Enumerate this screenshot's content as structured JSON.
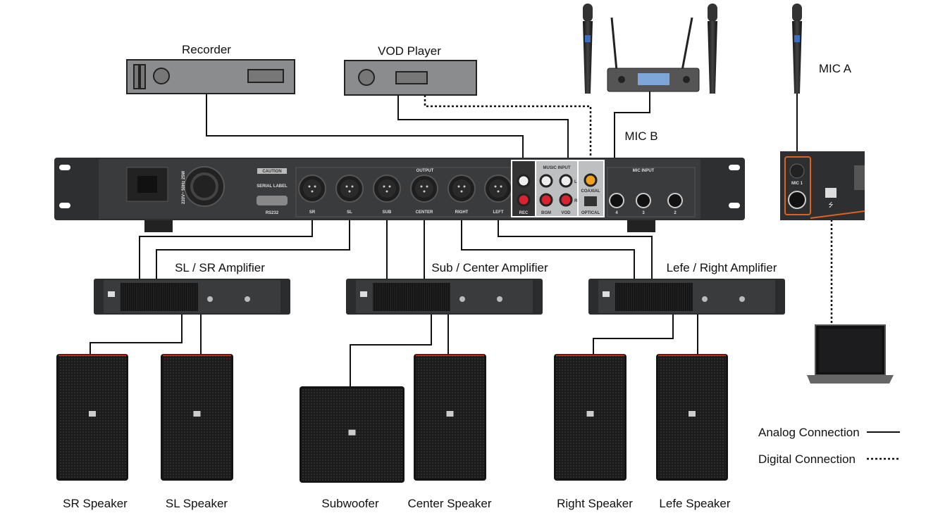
{
  "devices": {
    "recorder": "Recorder",
    "vod_player": "VOD Player",
    "mic_a": "MIC A",
    "mic_b": "MIC B"
  },
  "panel": {
    "caution": "CAUTION",
    "serial_label": "SERIAL LABEL",
    "rs232": "RS232",
    "power_rating": "220V~ 50Hz 25W",
    "output_title": "OUTPUT",
    "outputs": [
      "SR",
      "SL",
      "SUB",
      "CENTER",
      "RIGHT",
      "LEFT"
    ],
    "rec": "REC",
    "music_input": "MUSIC INPUT",
    "bgm": "BGM",
    "vod": "VOD",
    "l": "L",
    "r": "R",
    "coaxial": "COAXIAL",
    "optical": "OPTICAL",
    "mic_input": "MIC INPUT",
    "mic_inputs": [
      "4",
      "3",
      "2"
    ],
    "mic1": "MIC 1"
  },
  "amplifiers": [
    "SL / SR Amplifier",
    "Sub / Center Amplifier",
    "Lefe / Right Amplifier"
  ],
  "speakers": [
    "SR Speaker",
    "SL Speaker",
    "Subwoofer",
    "Center Speaker",
    "Right Speaker",
    "Lefe Speaker"
  ],
  "legend": {
    "analog": "Analog Connection",
    "digital": "Digital Connection"
  },
  "colors": {
    "panel": "#3a3b3d",
    "rca_red": "#d9232e",
    "coax": "#f0a020",
    "accent_orange": "#e06020"
  }
}
